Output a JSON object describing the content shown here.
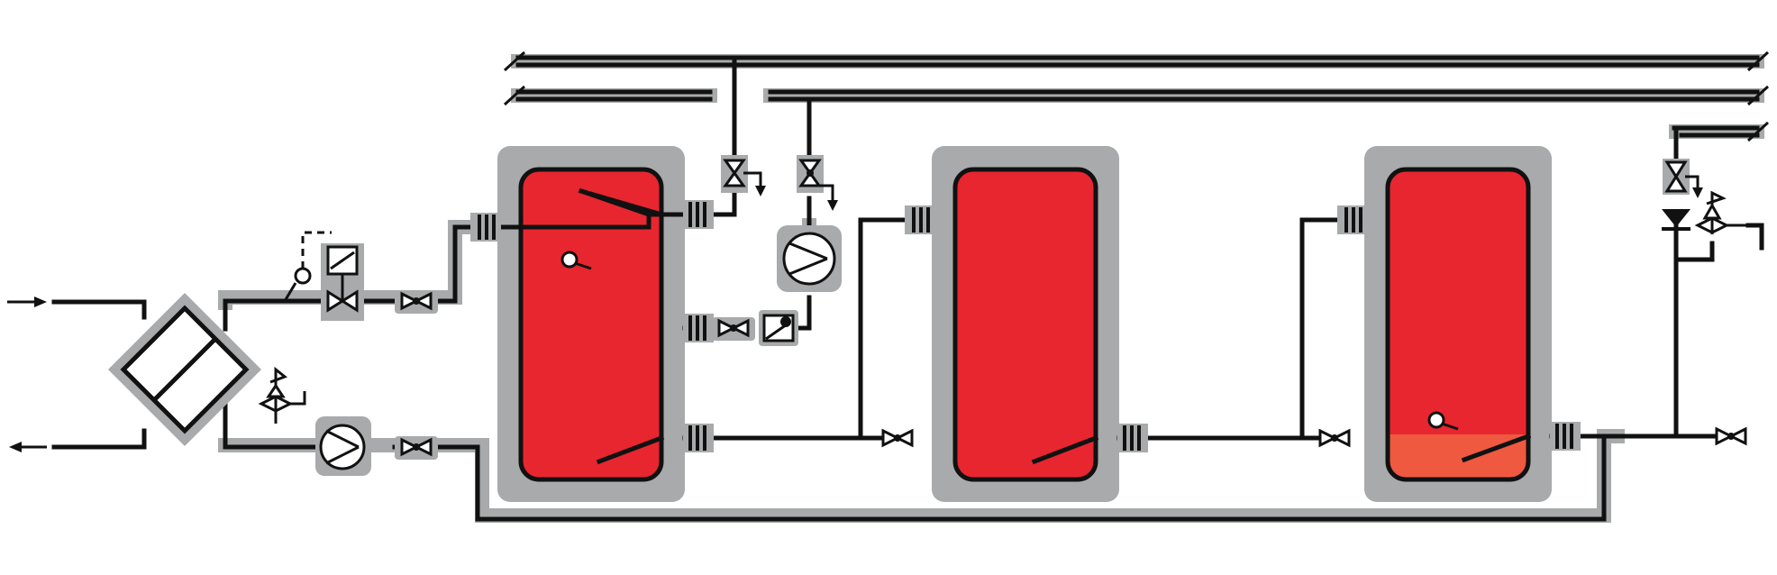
{
  "diagram": {
    "colors": {
      "tank_fill": "#e8262f",
      "tank_bottom_fill": "#ef5940",
      "pipe": "#111111",
      "insulation": "#a8aaab",
      "background": "#ffffff"
    },
    "components": {
      "heat_exchanger": "plate-heat-exchanger-icon",
      "pumps": [
        "circulation-pump-icon"
      ],
      "valves": [
        "ball-valve-icon",
        "gate-valve-icon",
        "safety-valve-icon",
        "check-valve-icon",
        "motorized-valve-icon"
      ],
      "tanks": [
        "storage-tank-1",
        "storage-tank-2",
        "storage-tank-3"
      ],
      "sensors": [
        "temperature-sensor-icon"
      ]
    }
  }
}
